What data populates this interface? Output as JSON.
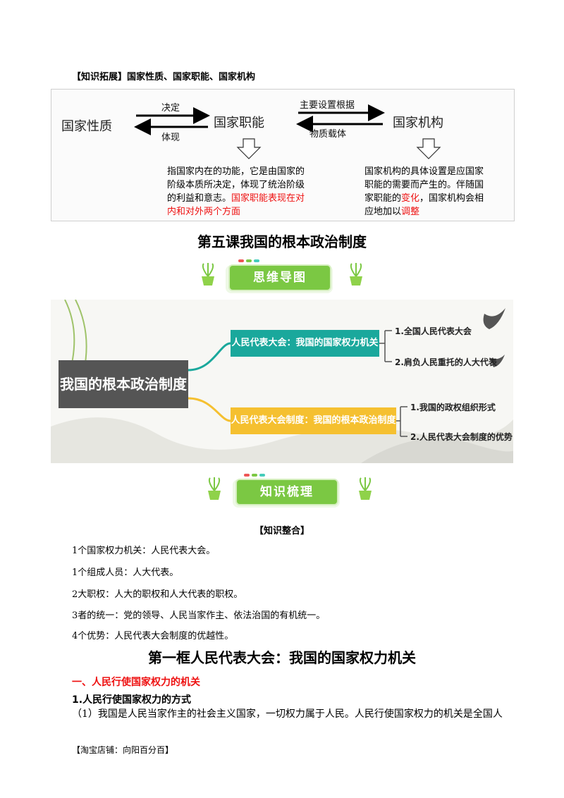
{
  "extension": {
    "title": "【知识拓展】国家性质、国家职能、国家机构",
    "nodes": {
      "nature": "国家性质",
      "functions": "国家职能",
      "organs": "国家机构"
    },
    "arrows": {
      "decides": "决定",
      "reflects": "体现",
      "main_basis": "主要设置根据",
      "material_carrier": "物质载体"
    },
    "functions_desc": {
      "line1": "指国家内在的功能，它是由国家的",
      "line2": "阶级本质所决定，体现了统治阶级",
      "line3_black": "的利益和意志。",
      "line3_red": "国家职能表现在对",
      "line4_red": "内和对外两个方面"
    },
    "organs_desc": {
      "line1": "国家机构的具体设置是应国家",
      "line2": "职能的需要而产生的。伴随国",
      "line3_a": "家职能的",
      "line3_red": "变化",
      "line3_b": "，国家机构会相",
      "line4_a": "应地加以",
      "line4_red": "调整"
    }
  },
  "lesson_title": "第五课我国的根本政治制度",
  "banner_mindmap": "思维导图",
  "mindmap": {
    "main": "我国的根本政治制度",
    "branch1": "人民代表大会：我国的国家权力机关",
    "branch1_leaves": [
      "1.全国人民代表大会",
      "2.肩负人民重托的人大代表"
    ],
    "branch2": "人民代表大会制度：我国的根本政治制度",
    "branch2_leaves": [
      "1.我国的政权组织形式",
      "2.人民代表大会制度的优势"
    ]
  },
  "banner_knowledge": "知识梳理",
  "integration": {
    "title": "【知识整合】",
    "items": [
      "1个国家权力机关：人民代表大会。",
      "1个组成人员：人大代表。",
      "2大职权：人大的职权和人大代表的职权。",
      "3者的统一：党的领导、人民当家作主、依法治国的有机统一。",
      "4个优势：人民代表大会制度的优越性。"
    ]
  },
  "frame_title": "第一框人民代表大会：我国的国家权力机关",
  "section_one": "一、人民行使国家权力的机关",
  "subsection_one": "1.人民行使国家权力的方式",
  "paragraph": "（1）我国是人民当家作主的社会主义国家，一切权力属于人民。人民行使国家权力的机关是全国人",
  "footer": "【淘宝店铺：向阳百分百】",
  "colors": {
    "red": "#ee1111",
    "teal": "#1aa89c",
    "yellow": "#f5c030",
    "green": "#7bc843",
    "gray": "#555555"
  }
}
